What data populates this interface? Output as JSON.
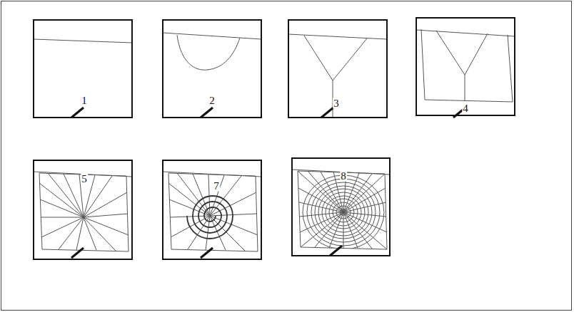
{
  "diagram": {
    "labels": [
      "1",
      "2",
      "3",
      "4",
      "5",
      "7",
      "8"
    ]
  }
}
